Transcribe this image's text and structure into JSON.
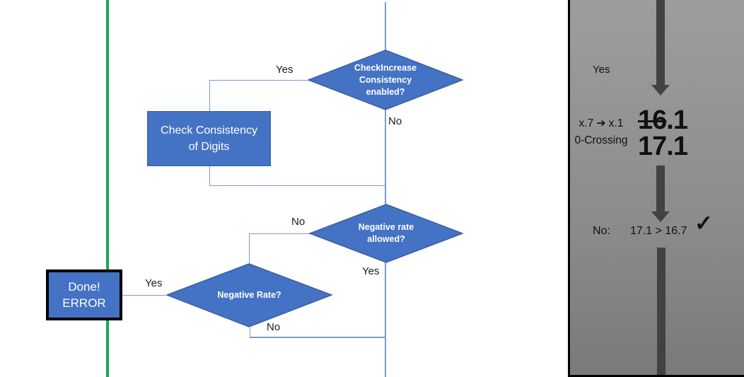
{
  "colors": {
    "shape_fill": "#4472C4",
    "shape_border": "#3D5EA3",
    "connector": "#7F99CC",
    "green_line": "#18A85B",
    "panel_arrow": "#424242",
    "panel_bg_top": "#9D9D9D",
    "panel_bg_bottom": "#7A7A7A"
  },
  "flowchart": {
    "decision_check_increase": {
      "lines": [
        "CheckIncrease",
        "Consistency",
        "enabled?"
      ],
      "yes_label": "Yes",
      "no_label": "No"
    },
    "process_check_consistency": {
      "lines": [
        "Check Consistency",
        "of Digits"
      ]
    },
    "decision_negative_rate_allowed": {
      "lines": [
        "Negative rate",
        "allowed?"
      ],
      "no_label": "No",
      "yes_label": "Yes"
    },
    "decision_negative_rate": {
      "label": "Negative Rate?",
      "yes_label": "Yes",
      "no_label": "No"
    },
    "terminator_done": {
      "lines": [
        "Done!",
        "ERROR"
      ]
    }
  },
  "side_panel": {
    "yes_label": "Yes",
    "rule": {
      "line1": "x.7 ➔ x.1",
      "line2": "0-Crossing"
    },
    "values": {
      "old_struck": "16",
      "old_rest": ".1",
      "new": "17.1"
    },
    "comparison": {
      "prefix": "No:",
      "expression": "17.1 > 16.7",
      "checkmark": "✓"
    }
  }
}
